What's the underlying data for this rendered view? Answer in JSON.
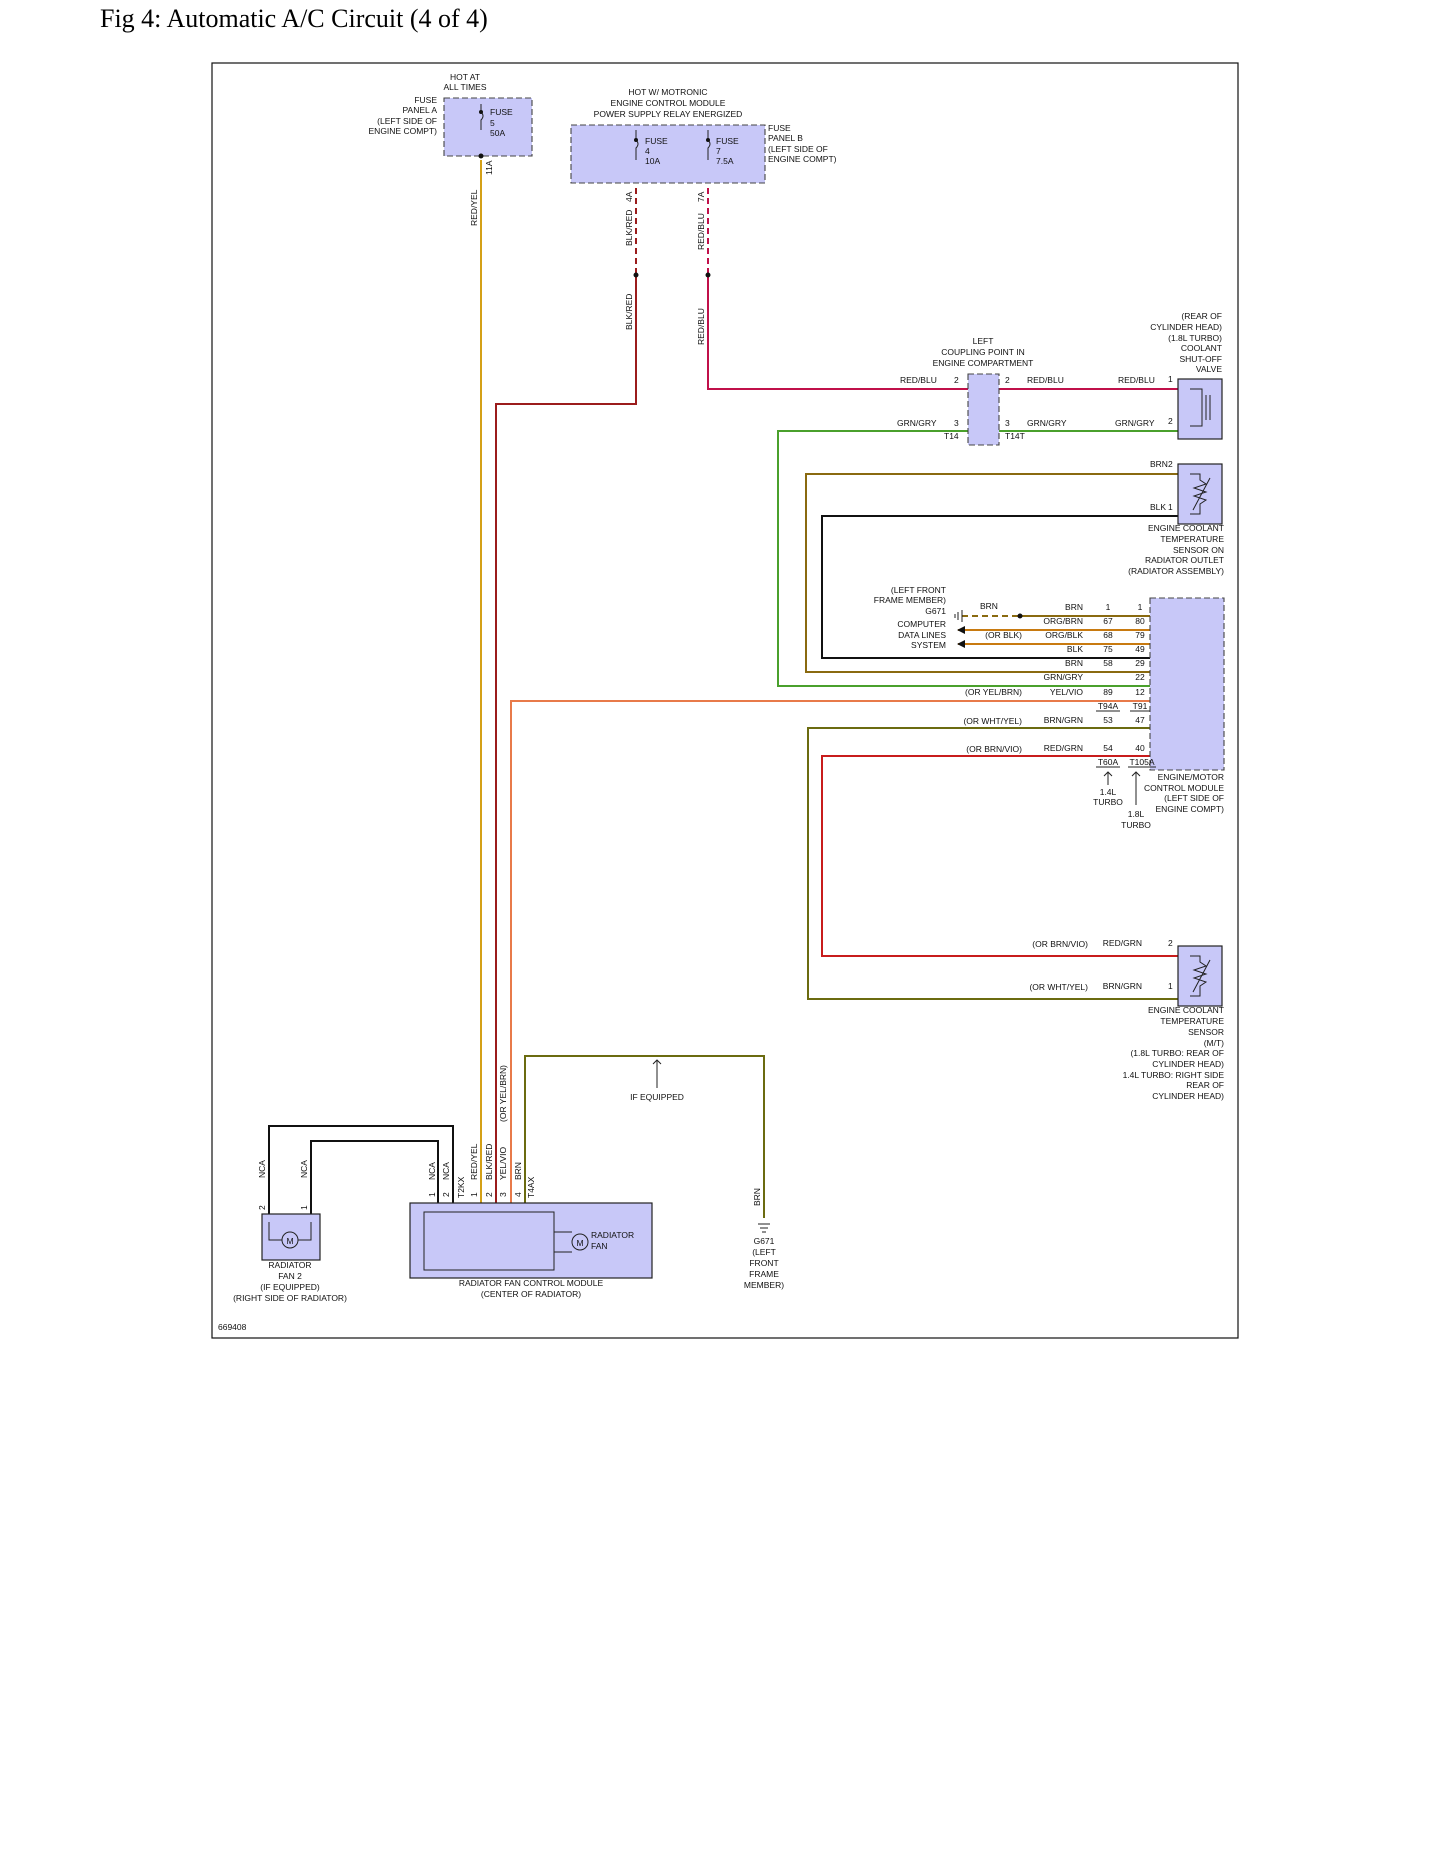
{
  "title": "Fig 4: Automatic A/C Circuit (4 of 4)",
  "fig_id": "669408",
  "fuse_a": {
    "hot": [
      "HOT AT",
      "ALL TIMES"
    ],
    "panel": [
      "FUSE",
      "PANEL A",
      "(LEFT SIDE OF",
      "ENGINE COMPT)"
    ],
    "fuse": [
      "FUSE",
      "5",
      "50A"
    ],
    "pin": "11A",
    "wire": "RED/YEL"
  },
  "fuse_b": {
    "hot": [
      "HOT W/ MOTRONIC",
      "ENGINE CONTROL MODULE",
      "POWER SUPPLY RELAY ENERGIZED"
    ],
    "panel": [
      "FUSE",
      "PANEL B",
      "(LEFT SIDE OF",
      "ENGINE COMPT)"
    ],
    "fuse4": [
      "FUSE",
      "4",
      "10A"
    ],
    "fuse7": [
      "FUSE",
      "7",
      "7.5A"
    ],
    "pin4": "4A",
    "pin7": "7A",
    "wire4": "BLK/RED",
    "wire7": "RED/BLU"
  },
  "coupling": {
    "label": [
      "LEFT",
      "COUPLING POINT IN",
      "ENGINE COMPARTMENT"
    ],
    "wire_red": "RED/BLU",
    "wire_grn": "GRN/GRY",
    "pin2": "2",
    "pin3": "3",
    "conn": "T14",
    "conn2": "T14T"
  },
  "shutoff_valve": {
    "label": [
      "(REAR OF",
      "CYLINDER HEAD)",
      "(1.8L TURBO)",
      "COOLANT",
      "SHUT-OFF",
      "VALVE"
    ],
    "pin1": "1",
    "pin2": "2"
  },
  "ect_radiator": {
    "label": [
      "ENGINE COOLANT",
      "TEMPERATURE",
      "SENSOR ON",
      "RADIATOR OUTLET",
      "(RADIATOR ASSEMBLY)"
    ],
    "wire_brn": "BRN",
    "wire_blk": "BLK",
    "pin2": "2",
    "pin1": "1"
  },
  "ecm": {
    "label": [
      "ENGINE/MOTOR",
      "CONTROL MODULE",
      "(LEFT SIDE OF",
      "ENGINE COMPT)"
    ],
    "ground_label": [
      "(LEFT FRONT",
      "FRAME MEMBER)",
      "G671"
    ],
    "data_label": [
      "COMPUTER",
      "DATA LINES",
      "SYSTEM"
    ],
    "rows": [
      {
        "alt": "",
        "wire": "BRN",
        "p1": "1",
        "p2": "1"
      },
      {
        "alt": "",
        "wire": "ORG/BRN",
        "p1": "67",
        "p2": "80"
      },
      {
        "alt": "(OR BLK)",
        "wire": "ORG/BLK",
        "p1": "68",
        "p2": "79"
      },
      {
        "alt": "",
        "wire": "BLK",
        "p1": "75",
        "p2": "49"
      },
      {
        "alt": "",
        "wire": "BRN",
        "p1": "58",
        "p2": "29"
      },
      {
        "alt": "",
        "wire": "GRN/GRY",
        "p1": "",
        "p2": "22"
      },
      {
        "alt": "(OR YEL/BRN)",
        "wire": "YEL/VIO",
        "p1": "89",
        "p2": "12"
      },
      {
        "alt": "(OR WHT/YEL)",
        "wire": "BRN/GRN",
        "p1": "53",
        "p2": "47"
      },
      {
        "alt": "(OR BRN/VIO)",
        "wire": "RED/GRN",
        "p1": "54",
        "p2": "40"
      }
    ],
    "gnd_wire": "BRN",
    "conn_a": "T94A",
    "conn_b": "T91",
    "conn_c": "T60A",
    "conn_d": "T105A",
    "note_a": [
      "1.4L",
      "TURBO"
    ],
    "note_b": [
      "1.8L",
      "TURBO"
    ]
  },
  "ect_mt": {
    "label": [
      "ENGINE COOLANT",
      "TEMPERATURE",
      "SENSOR",
      "(M/T)",
      "(1.8L TURBO: REAR OF",
      "CYLINDER HEAD)",
      "1.4L TURBO: RIGHT SIDE",
      "REAR OF",
      "CYLINDER HEAD)"
    ],
    "alt_red": "(OR BRN/VIO)",
    "wire_red": "RED/GRN",
    "alt_brn": "(OR WHT/YEL)",
    "wire_brn": "BRN/GRN",
    "pin2": "2",
    "pin1": "1"
  },
  "fan_module": {
    "label": [
      "RADIATOR FAN CONTROL MODULE",
      "(CENTER OF RADIATOR)"
    ],
    "fan_label": [
      "RADIATOR",
      "FAN"
    ],
    "wires": [
      "NCA",
      "NCA",
      "RED/YEL",
      "BLK/RED",
      "YEL/VIO",
      "BRN"
    ],
    "pins": [
      "1",
      "2",
      "1",
      "2",
      "3",
      "4"
    ],
    "conn_a": "T2KX",
    "conn_b": "T4AX",
    "alt": "(OR YEL/BRN)",
    "if_equipped": "IF EQUIPPED"
  },
  "fan2": {
    "label": [
      "RADIATOR",
      "FAN 2",
      "(IF EQUIPPED)",
      "(RIGHT SIDE OF RADIATOR)"
    ],
    "wires": [
      "NCA",
      "NCA"
    ],
    "pins": [
      "2",
      "1"
    ]
  },
  "ground_g671": {
    "label": [
      "G671",
      "(LEFT",
      "FRONT",
      "FRAME",
      "MEMBER)"
    ],
    "wire": "BRN"
  },
  "motor_symbol": "M"
}
